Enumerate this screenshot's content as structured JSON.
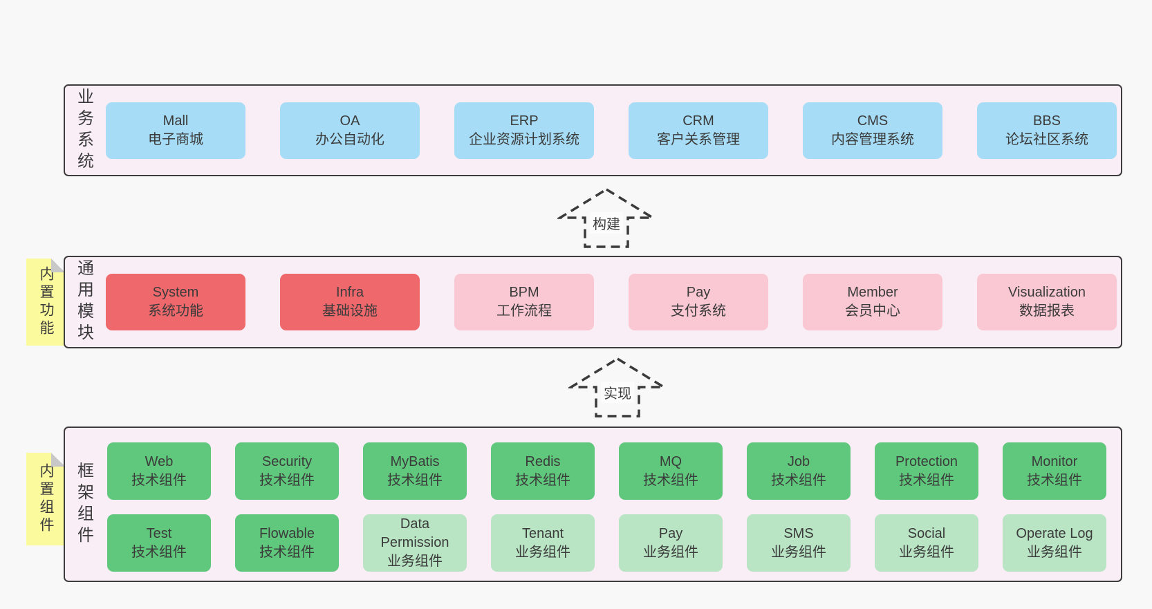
{
  "colors": {
    "page_bg": "#f8f8f8",
    "panel_bg": "#f9edf6",
    "panel_border": "#3c3c3c",
    "box_blue": "#a6dcf5",
    "box_red": "#ef686c",
    "box_pink": "#f9c8d2",
    "box_green": "#60c87d",
    "box_lightgreen": "#b9e5c4",
    "sticky_yellow": "#fbfa9d",
    "sticky_fold": "#c8c8c8",
    "text": "#3b3b3b"
  },
  "panels": {
    "business": {
      "label": "业务系统",
      "boxes": [
        {
          "en": "Mall",
          "zh": "电子商城",
          "variant": "blue"
        },
        {
          "en": "OA",
          "zh": "办公自动化",
          "variant": "blue"
        },
        {
          "en": "ERP",
          "zh": "企业资源计划系统",
          "variant": "blue"
        },
        {
          "en": "CRM",
          "zh": "客户关系管理",
          "variant": "blue"
        },
        {
          "en": "CMS",
          "zh": "内容管理系统",
          "variant": "blue"
        },
        {
          "en": "BBS",
          "zh": "论坛社区系统",
          "variant": "blue"
        }
      ]
    },
    "modules": {
      "label": "通用模块",
      "sticky": "内置功能",
      "boxes": [
        {
          "en": "System",
          "zh": "系统功能",
          "variant": "red"
        },
        {
          "en": "Infra",
          "zh": "基础设施",
          "variant": "red"
        },
        {
          "en": "BPM",
          "zh": "工作流程",
          "variant": "pink"
        },
        {
          "en": "Pay",
          "zh": "支付系统",
          "variant": "pink"
        },
        {
          "en": "Member",
          "zh": "会员中心",
          "variant": "pink"
        },
        {
          "en": "Visualization",
          "zh": "数据报表",
          "variant": "pink"
        }
      ]
    },
    "components": {
      "label": "框架组件",
      "sticky": "内置组件",
      "rows": [
        [
          {
            "en": "Web",
            "zh": "技术组件",
            "variant": "green"
          },
          {
            "en": "Security",
            "zh": "技术组件",
            "variant": "green"
          },
          {
            "en": "MyBatis",
            "zh": "技术组件",
            "variant": "green"
          },
          {
            "en": "Redis",
            "zh": "技术组件",
            "variant": "green"
          },
          {
            "en": "MQ",
            "zh": "技术组件",
            "variant": "green"
          },
          {
            "en": "Job",
            "zh": "技术组件",
            "variant": "green"
          },
          {
            "en": "Protection",
            "zh": "技术组件",
            "variant": "green"
          },
          {
            "en": "Monitor",
            "zh": "技术组件",
            "variant": "green"
          }
        ],
        [
          {
            "en": "Test",
            "zh": "技术组件",
            "variant": "green"
          },
          {
            "en": "Flowable",
            "zh": "技术组件",
            "variant": "green"
          },
          {
            "en": "Data Permission",
            "zh": "业务组件",
            "variant": "lightgreen"
          },
          {
            "en": "Tenant",
            "zh": "业务组件",
            "variant": "lightgreen"
          },
          {
            "en": "Pay",
            "zh": "业务组件",
            "variant": "lightgreen"
          },
          {
            "en": "SMS",
            "zh": "业务组件",
            "variant": "lightgreen"
          },
          {
            "en": "Social",
            "zh": "业务组件",
            "variant": "lightgreen"
          },
          {
            "en": "Operate Log",
            "zh": "业务组件",
            "variant": "lightgreen"
          }
        ]
      ]
    }
  },
  "arrows": [
    {
      "label": "构建"
    },
    {
      "label": "实现"
    }
  ]
}
